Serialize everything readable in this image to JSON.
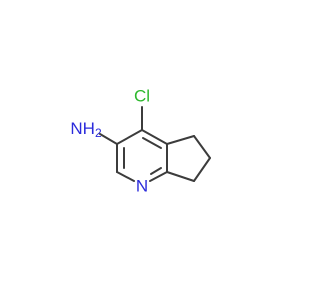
{
  "molecule": {
    "atoms": {
      "cl": {
        "text": "Cl",
        "color": "#2db82d"
      },
      "nh2": {
        "text": "NH",
        "subscript": "2",
        "color": "#2b2bdb"
      },
      "n": {
        "text": "N",
        "color": "#2b2bdb"
      }
    },
    "bond_color": "#3c3c3c"
  }
}
